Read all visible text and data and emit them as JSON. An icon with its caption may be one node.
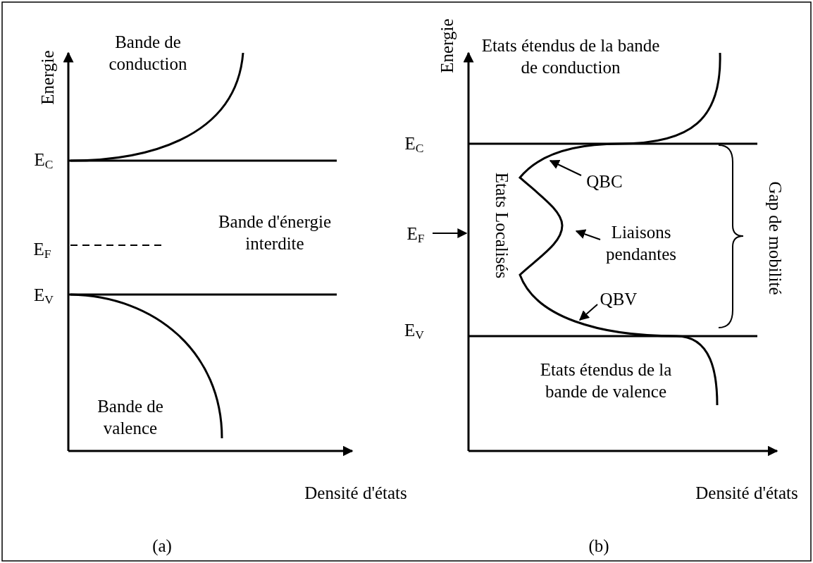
{
  "diagram": {
    "nodes": [
      {
        "text": [
          "QBC"
        ]
      },
      {
        "text": [
          "Liaisons pendantes"
        ]
      },
      {
        "text": [
          "QBV"
        ]
      },
      {
        "text": [
          "E$_{F}$"
        ]
      }
    ],
    "edges": [
      {
        "from": 0,
        "to": null,
        "arrow": "to"
      },
      {
        "from": 1,
        "to": null,
        "arrow": "to"
      },
      {
        "from": 2,
        "to": null,
        "arrow": "to"
      },
      {
        "from": 3,
        "to": null,
        "arrow": "to"
      }
    ],
    "labels": [
      "Energie",
      "Bande de conduction",
      "E$_{C}$",
      "Bande d'énergie interdite",
      "E$_{F}$",
      "E$_{V}$",
      "Bande de valence",
      "Densité d'états",
      "(a)",
      "Energie",
      "Etats étendus de la bande de conduction",
      "E$_{C}$",
      "Etats Localisés",
      "E$_{V}$",
      "Gap de mobilité",
      "Etats étendus de la bande de valence",
      "Densité d'états",
      "(b)"
    ]
  }
}
